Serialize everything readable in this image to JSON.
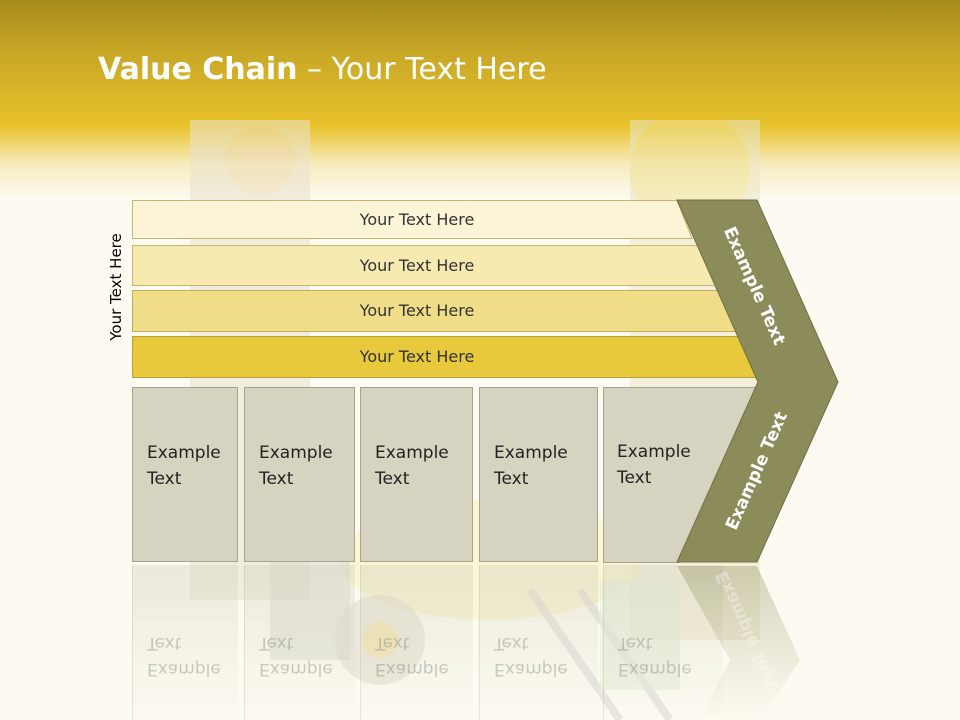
{
  "slide": {
    "title_bold": "Value Chain",
    "title_rest": " – Your Text Here",
    "side_label": "Your Text Here"
  },
  "bars": [
    {
      "label": "Your Text Here"
    },
    {
      "label": "Your Text Here"
    },
    {
      "label": "Your Text Here"
    },
    {
      "label": "Your Text Here"
    }
  ],
  "boxes": [
    {
      "label": "Example\nText"
    },
    {
      "label": "Example\nText"
    },
    {
      "label": "Example\nText"
    },
    {
      "label": "Example\nText"
    },
    {
      "label": "Example\nText"
    }
  ],
  "chevron": {
    "upper_label": "Example Text",
    "lower_label": "Example Text"
  },
  "colors": {
    "header_gold": "#e8c22a",
    "chevron_olive": "#8c8c5a",
    "box_fill": "#d6d4c0"
  }
}
